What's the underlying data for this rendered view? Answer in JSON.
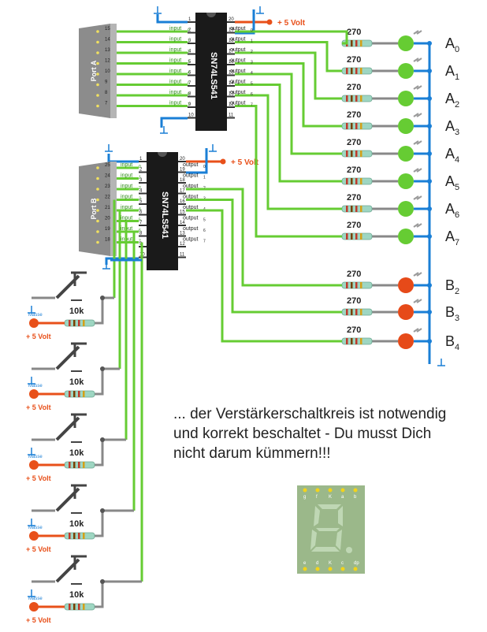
{
  "colors": {
    "wire_green": "#66cc33",
    "wire_blue": "#1a7fd6",
    "wire_gray": "#888888",
    "vcc_red": "#e8501a",
    "led_green": "#66cc33",
    "led_red": "#e64a19",
    "chip_body": "#1a1a1a",
    "port_gray": "#8c8c8c",
    "display_green": "#9bb88a"
  },
  "chips": [
    {
      "id": "chip-a",
      "label": "SN74LS541",
      "supply": "+ 5 Volt",
      "pins_left": [
        "1",
        "2",
        "3",
        "4",
        "5",
        "6",
        "7",
        "8",
        "9",
        "10"
      ],
      "pins_right": [
        "20",
        "19",
        "18",
        "17",
        "16",
        "15",
        "14",
        "13",
        "12",
        "11"
      ],
      "inputs": [
        "input0",
        "input1",
        "input2",
        "input3",
        "input4",
        "input5",
        "input6",
        "input7"
      ],
      "outputs": [
        "output0",
        "output1",
        "output2",
        "output3",
        "output4",
        "output5",
        "output6",
        "output7"
      ]
    },
    {
      "id": "chip-b",
      "label": "SN74LS541",
      "supply": "+ 5 Volt",
      "pins_left": [
        "1",
        "2",
        "3",
        "4",
        "5",
        "6",
        "7",
        "8",
        "9",
        "10"
      ],
      "pins_right": [
        "20",
        "19",
        "18",
        "17",
        "16",
        "15",
        "14",
        "13",
        "12",
        "11"
      ],
      "inputs": [
        "input0",
        "input1",
        "input2",
        "input3",
        "input4",
        "input5",
        "input6",
        "input7"
      ],
      "outputs": [
        "output0",
        "output1",
        "output2",
        "output3",
        "output4",
        "output5",
        "output6",
        "output7"
      ]
    }
  ],
  "ports": [
    {
      "label": "Port A",
      "pins": [
        "15",
        "14",
        "13",
        "12",
        "10",
        "9",
        "8",
        "7"
      ]
    },
    {
      "label": "Port B",
      "pins": [
        "25",
        "24",
        "23",
        "22",
        "21",
        "20",
        "19",
        "18"
      ]
    }
  ],
  "outputs": [
    {
      "resistor": "270",
      "label": "A",
      "sub": "0",
      "color": "green"
    },
    {
      "resistor": "270",
      "label": "A",
      "sub": "1",
      "color": "green"
    },
    {
      "resistor": "270",
      "label": "A",
      "sub": "2",
      "color": "green"
    },
    {
      "resistor": "270",
      "label": "A",
      "sub": "3",
      "color": "green"
    },
    {
      "resistor": "270",
      "label": "A",
      "sub": "4",
      "color": "green"
    },
    {
      "resistor": "270",
      "label": "A",
      "sub": "5",
      "color": "green"
    },
    {
      "resistor": "270",
      "label": "A",
      "sub": "6",
      "color": "green"
    },
    {
      "resistor": "270",
      "label": "A",
      "sub": "7",
      "color": "green"
    },
    {
      "resistor": "270",
      "label": "B",
      "sub": "2",
      "color": "red"
    },
    {
      "resistor": "270",
      "label": "B",
      "sub": "3",
      "color": "red"
    },
    {
      "resistor": "270",
      "label": "B",
      "sub": "4",
      "color": "red"
    }
  ],
  "switches": [
    {
      "resistor": "10k",
      "ground": "Masse",
      "supply": "+ 5 Volt"
    },
    {
      "resistor": "10k",
      "ground": "Masse",
      "supply": "+ 5 Volt"
    },
    {
      "resistor": "10k",
      "ground": "Masse",
      "supply": "+ 5 Volt"
    },
    {
      "resistor": "10k",
      "ground": "Masse",
      "supply": "+ 5 Volt"
    },
    {
      "resistor": "10k",
      "ground": "Masse",
      "supply": "+ 5 Volt"
    }
  ],
  "note_lines": [
    "... der Verstärkerschaltkreis ist notwendig",
    "und korrekt beschaltet - Du musst Dich",
    "nicht darum kümmern!!!"
  ],
  "display": {
    "top_pins": [
      "g",
      "f",
      "K",
      "a",
      "b"
    ],
    "bottom_pins": [
      "e",
      "d",
      "K",
      "c",
      "dp"
    ]
  }
}
